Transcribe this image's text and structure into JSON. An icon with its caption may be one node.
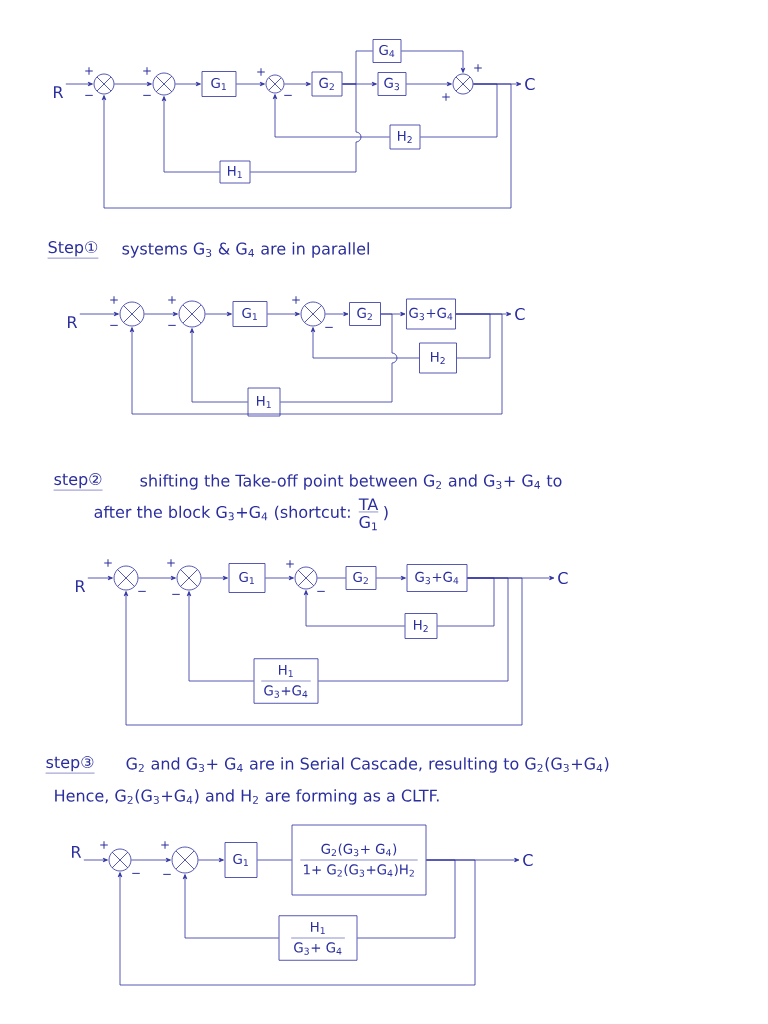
{
  "diagram": {
    "nodes": [
      {
        "text": [
          "R"
        ]
      },
      {
        "text": [],
        "shape": "circle",
        "beside": [
          "+",
          "−"
        ]
      },
      {
        "text": [],
        "shape": "circle",
        "beside": [
          "+",
          "−"
        ]
      },
      {
        "text": [
          "G$_{1}$"
        ]
      },
      {
        "text": [],
        "shape": "circle",
        "beside": [
          "+",
          "−"
        ]
      },
      {
        "text": [
          "G$_{2}$"
        ]
      },
      {
        "text": [
          "G$_{4}$"
        ]
      },
      {
        "text": [
          "G$_{3}$"
        ]
      },
      {
        "text": [],
        "shape": "circle",
        "beside": [
          "+",
          "+"
        ]
      },
      {
        "text": [
          "H$_{2}$"
        ]
      },
      {
        "text": [
          "H$_{1}$"
        ]
      },
      {
        "text": [
          "C"
        ]
      },
      {
        "text": [
          "R"
        ]
      },
      {
        "text": [],
        "shape": "circle",
        "beside": [
          "+",
          "−"
        ]
      },
      {
        "text": [],
        "shape": "circle",
        "beside": [
          "+",
          "−"
        ]
      },
      {
        "text": [
          "G$_{1}$"
        ]
      },
      {
        "text": [],
        "shape": "circle",
        "beside": [
          "+",
          "−"
        ]
      },
      {
        "text": [
          "G$_{2}$"
        ]
      },
      {
        "text": [
          "G$_{3}$+G$_{4}$"
        ]
      },
      {
        "text": [
          "H$_{2}$"
        ]
      },
      {
        "text": [
          "H$_{1}$"
        ]
      },
      {
        "text": [
          "C"
        ]
      },
      {
        "text": [
          "R"
        ]
      },
      {
        "text": [],
        "shape": "circle",
        "beside": [
          "+",
          "−"
        ]
      },
      {
        "text": [],
        "shape": "circle",
        "beside": [
          "+",
          "−"
        ]
      },
      {
        "text": [
          "G$_{1}$"
        ]
      },
      {
        "text": [],
        "shape": "circle",
        "beside": [
          "+",
          "−"
        ]
      },
      {
        "text": [
          "G$_{2}$"
        ]
      },
      {
        "text": [
          "G$_{3}$+G$_{4}$"
        ]
      },
      {
        "text": [
          "H$_{2}$"
        ]
      },
      {
        "text": [
          "H$_{1}$",
          "G$_{3}$+G$_{4}$"
        ]
      },
      {
        "text": [
          "C"
        ]
      },
      {
        "text": [
          "R"
        ]
      },
      {
        "text": [],
        "shape": "circle",
        "beside": [
          "+",
          "−"
        ]
      },
      {
        "text": [],
        "shape": "circle",
        "beside": [
          "+",
          "−"
        ]
      },
      {
        "text": [
          "G$_{1}$"
        ]
      },
      {
        "text": [
          "G$_{2}$(G$_{3}$+ G$_{4}$)",
          "1+ G$_{2}$(G$_{3}$+G$_{4}$)H$_{2}$"
        ]
      },
      {
        "text": [
          "H$_{1}$",
          "G$_{3}$+ G$_{4}$"
        ]
      },
      {
        "text": [
          "C"
        ]
      }
    ],
    "edges": [
      {
        "from": 0,
        "to": 1,
        "arrow": "to"
      },
      {
        "from": 1,
        "to": 2,
        "arrow": "to"
      },
      {
        "from": 2,
        "to": 3,
        "arrow": "to"
      },
      {
        "from": 3,
        "to": 4,
        "arrow": "to"
      },
      {
        "from": 4,
        "to": 5,
        "arrow": "to"
      },
      {
        "from": 5,
        "to": 7,
        "arrow": "to"
      },
      {
        "from": 5,
        "to": 6,
        "arrow": "none"
      },
      {
        "from": 5,
        "to": 10,
        "arrow": "none"
      },
      {
        "from": 10,
        "to": 2,
        "arrow": "to"
      },
      {
        "from": 6,
        "to": 8,
        "arrow": "to"
      },
      {
        "from": 7,
        "to": 8,
        "arrow": "to"
      },
      {
        "from": 8,
        "to": 11,
        "arrow": "to"
      },
      {
        "from": 8,
        "to": 9,
        "arrow": "none"
      },
      {
        "from": 9,
        "to": 4,
        "arrow": "to"
      },
      {
        "from": 8,
        "to": 1,
        "arrow": "to"
      },
      {
        "from": 12,
        "to": 13,
        "arrow": "to"
      },
      {
        "from": 13,
        "to": 14,
        "arrow": "to"
      },
      {
        "from": 14,
        "to": 15,
        "arrow": "to"
      },
      {
        "from": 15,
        "to": 16,
        "arrow": "to"
      },
      {
        "from": 16,
        "to": 17,
        "arrow": "to"
      },
      {
        "from": 17,
        "to": 18,
        "arrow": "to"
      },
      {
        "from": 17,
        "to": 20,
        "arrow": "none"
      },
      {
        "from": 20,
        "to": 14,
        "arrow": "to"
      },
      {
        "from": 18,
        "to": 21,
        "arrow": "to"
      },
      {
        "from": 18,
        "to": 19,
        "arrow": "none"
      },
      {
        "from": 19,
        "to": 16,
        "arrow": "to"
      },
      {
        "from": 18,
        "to": 13,
        "arrow": "to"
      },
      {
        "from": 22,
        "to": 23,
        "arrow": "to"
      },
      {
        "from": 23,
        "to": 24,
        "arrow": "to"
      },
      {
        "from": 24,
        "to": 25,
        "arrow": "to"
      },
      {
        "from": 25,
        "to": 26,
        "arrow": "to"
      },
      {
        "from": 26,
        "to": 27,
        "arrow": "none"
      },
      {
        "from": 27,
        "to": 28,
        "arrow": "to"
      },
      {
        "from": 28,
        "to": 31,
        "arrow": "to"
      },
      {
        "from": 28,
        "to": 29,
        "arrow": "none"
      },
      {
        "from": 29,
        "to": 26,
        "arrow": "to"
      },
      {
        "from": 28,
        "to": 30,
        "arrow": "none"
      },
      {
        "from": 30,
        "to": 24,
        "arrow": "to"
      },
      {
        "from": 28,
        "to": 23,
        "arrow": "to"
      },
      {
        "from": 32,
        "to": 33,
        "arrow": "to"
      },
      {
        "from": 33,
        "to": 34,
        "arrow": "to"
      },
      {
        "from": 34,
        "to": 35,
        "arrow": "to"
      },
      {
        "from": 35,
        "to": 36,
        "arrow": "none"
      },
      {
        "from": 36,
        "to": 38,
        "arrow": "to"
      },
      {
        "from": 36,
        "to": 37,
        "arrow": "none"
      },
      {
        "from": 37,
        "to": 34,
        "arrow": "to"
      },
      {
        "from": 36,
        "to": 33,
        "arrow": "to"
      }
    ],
    "labels": [
      "Step①",
      "systems G$_{3}$ & G$_{4}$ are in parallel",
      "step②",
      "shifting the Take-off point between G$_{2}$ and G$_{3}$+ G$_{4}$ to",
      "after the block G$_{3}$+G$_{4}$ (shortcut:",
      "TA",
      "G$_{1}$",
      ")",
      "step③",
      "G$_{2}$ and G$_{3}$+ G$_{4}$ are in Serial Cascade, resulting to G$_{2}$(G$_{3}$+G$_{4}$)",
      "Hence, G$_{2}$(G$_{3}$+G$_{4}$) and H$_{2}$ are forming as a CLTF."
    ]
  }
}
